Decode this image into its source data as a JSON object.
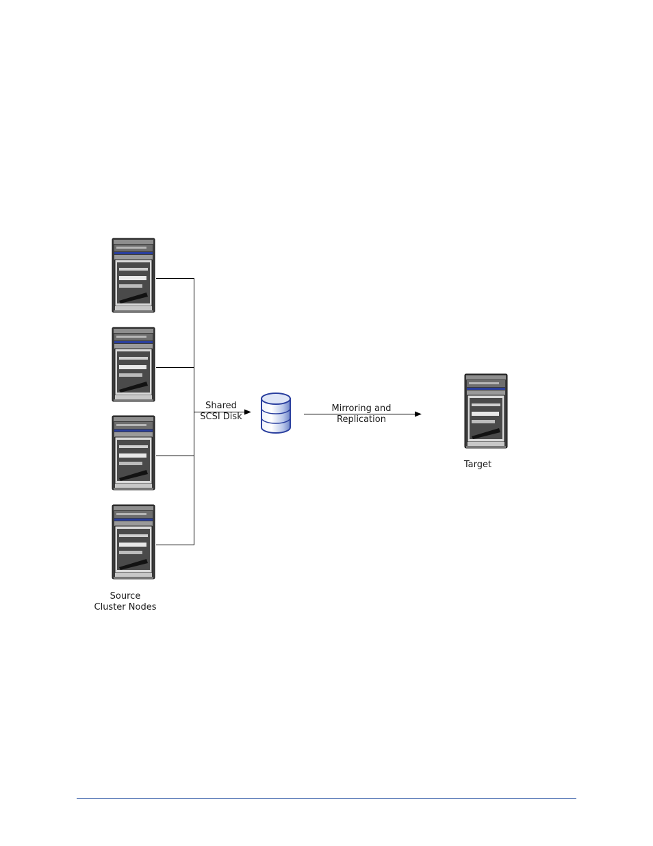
{
  "labels": {
    "shared_line1": "Shared",
    "shared_line2": "SCSI Disk",
    "mirror_line1": "Mirroring and",
    "mirror_line2": "Replication",
    "target": "Target",
    "source_line1": "Source",
    "source_line2": "Cluster Nodes"
  },
  "icons": {
    "server": "server-tower-icon",
    "disk": "database-cylinder-icon"
  },
  "colors": {
    "line": "#000000",
    "disk_blue": "#2a3f9e",
    "footer_rule": "#5b7ab8"
  }
}
